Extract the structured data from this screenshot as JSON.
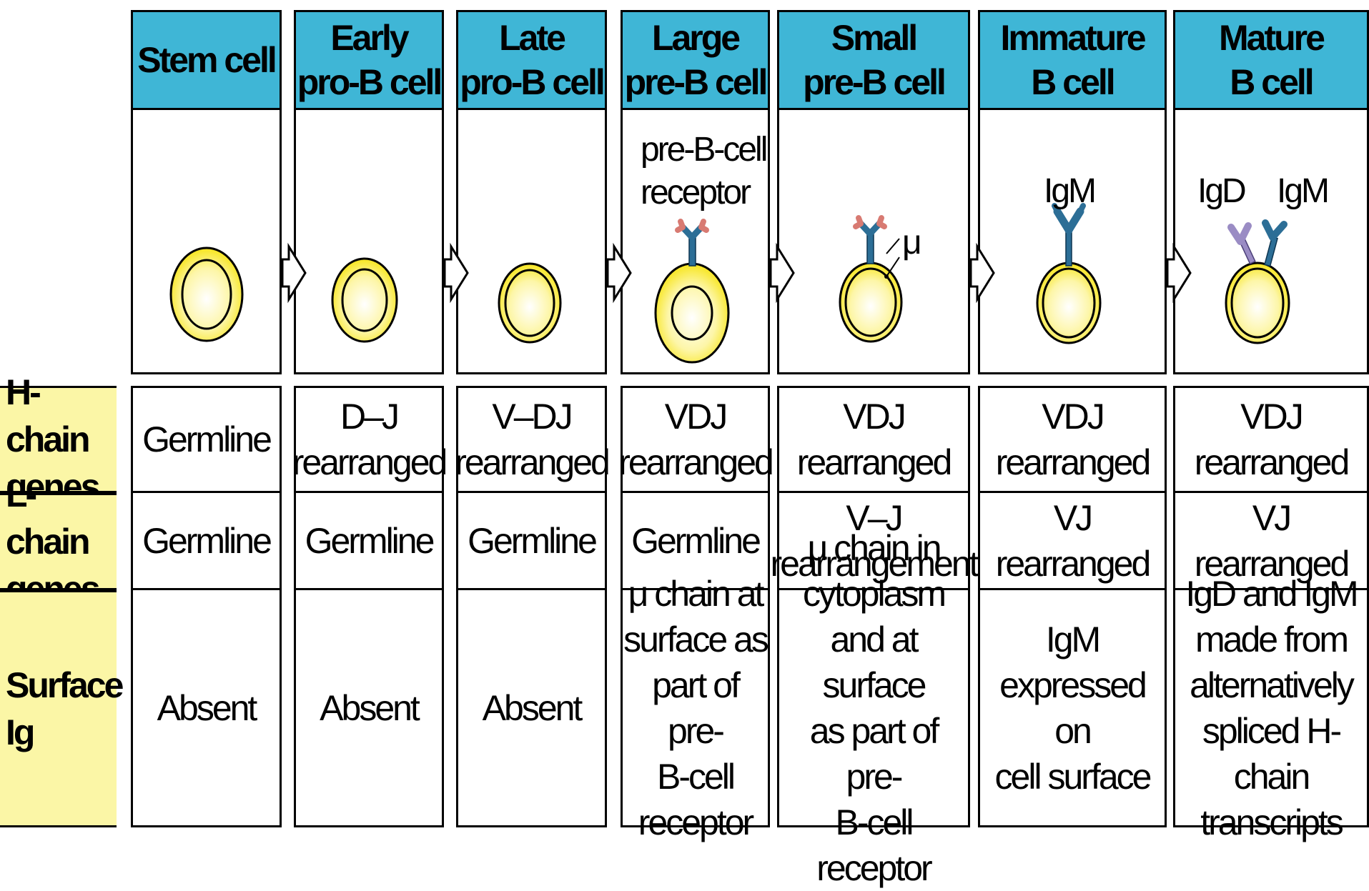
{
  "stages": [
    {
      "id": "stem",
      "header": "Stem cell",
      "h_chain": "Germline",
      "l_chain": "Germline",
      "surface_ig": "Absent"
    },
    {
      "id": "early-pro-b",
      "header": "Early\npro-B cell",
      "h_chain": "D–J\nrearranged",
      "l_chain": "Germline",
      "surface_ig": "Absent"
    },
    {
      "id": "late-pro-b",
      "header": "Late\npro-B cell",
      "h_chain": "V–DJ\nrearranged",
      "l_chain": "Germline",
      "surface_ig": "Absent"
    },
    {
      "id": "large-pre-b",
      "header": "Large\npre-B cell",
      "h_chain": "VDJ\nrearranged",
      "l_chain": "Germline",
      "surface_ig": "μ chain at\nsurface as\npart of pre-\nB-cell\nreceptor"
    },
    {
      "id": "small-pre-b",
      "header": "Small\npre-B cell",
      "h_chain": "VDJ\nrearranged",
      "l_chain": "V–J\nrearrangement",
      "surface_ig": "μ chain in\ncytoplasm\nand at surface\nas part of pre-\nB-cell receptor"
    },
    {
      "id": "immature-b",
      "header": "Immature\nB cell",
      "h_chain": "VDJ\nrearranged",
      "l_chain": "VJ rearranged",
      "surface_ig": "IgM\nexpressed on\ncell surface"
    },
    {
      "id": "mature-b",
      "header": "Mature\nB cell",
      "h_chain": "VDJ\nrearranged",
      "l_chain": "VJ rearranged",
      "surface_ig": "IgD and IgM\nmade from\nalternatively\nspliced H-chain\ntranscripts"
    }
  ],
  "row_labels": {
    "h_chain": "H-chain\ngenes",
    "l_chain": "L-chain\ngenes",
    "surface_ig": "Surface\nIg"
  },
  "annotations": {
    "pre_b_receptor": "pre-B-cell\nreceptor",
    "mu": "μ",
    "igm_immature": "IgM",
    "igd_mature": "IgD",
    "igm_mature": "IgM"
  },
  "colors": {
    "header_bg": "#3fb6d6",
    "label_bg": "#fbf6a6",
    "cell_yellow": "#f7e51d",
    "receptor_blue": "#2c6e96",
    "light_chain_pink": "#d87a72",
    "igd_purple": "#9a8cc4",
    "arrow_fill": "#ffffff"
  },
  "icons": [
    "cell-icon",
    "progression-arrow-icon",
    "pre-b-receptor-icon",
    "igm-icon",
    "igd-icon"
  ]
}
